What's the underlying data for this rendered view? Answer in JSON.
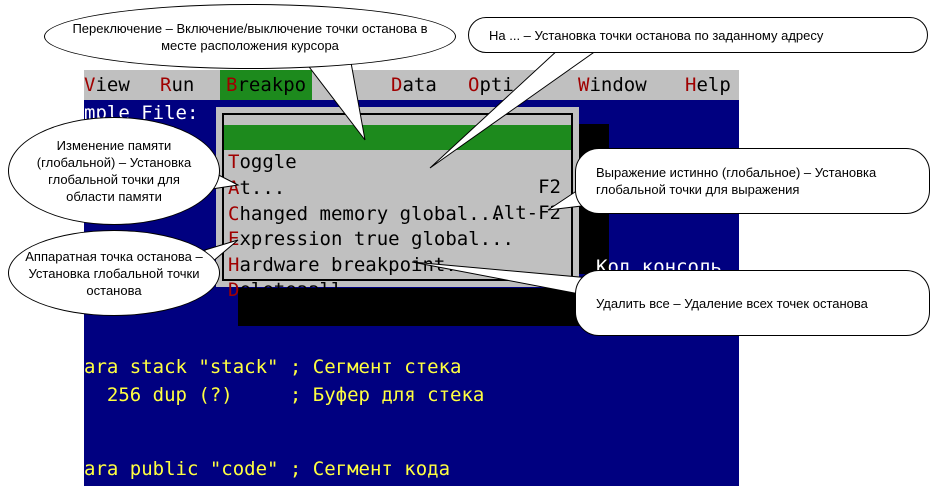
{
  "menubar": {
    "items": [
      {
        "hotkey": "V",
        "rest": "iew"
      },
      {
        "hotkey": "R",
        "rest": "un"
      },
      {
        "hotkey": "B",
        "rest": "reakpo"
      },
      {
        "hotkey": "D",
        "rest": "ata"
      },
      {
        "hotkey": "O",
        "rest": "pti"
      },
      {
        "hotkey": "W",
        "rest": "indow"
      },
      {
        "hotkey": "H",
        "rest": "elp"
      }
    ]
  },
  "screen": {
    "file_label": "mple File:",
    "right_text": "Код консоль",
    "code_lines": [
      "ara stack \"stack\" ; Сегмент стека",
      "  256 dup (?)     ; Буфер для стека",
      "ara public \"code\" ; Сегмент кода"
    ]
  },
  "dropdown": {
    "items": [
      {
        "hotkey": "T",
        "rest": "oggle",
        "shortcut": "F2"
      },
      {
        "hotkey": "A",
        "rest": "t...",
        "shortcut": "Alt-F2"
      },
      {
        "hotkey": "C",
        "rest": "hanged memory global...",
        "shortcut": ""
      },
      {
        "hotkey": "E",
        "rest": "xpression true global...",
        "shortcut": ""
      },
      {
        "hotkey": "H",
        "rest": "ardware breakpoint...",
        "shortcut": ""
      },
      {
        "hotkey": "D",
        "rest": "eleteaall",
        "shortcut": ""
      }
    ]
  },
  "callouts": {
    "toggle": "Переключение – Включение/выключение точки останова в месте расположения курсора",
    "at": "На ... – Установка точки останова по заданному адресу",
    "changed": "Изменение памяти (глобальной) – Установка глобальной точки для области памяти",
    "expression": "Выражение истинно (глобальное) – Установка глобальной точки для выражения",
    "hardware": "Аппаратная точка останова – Установка глобальной точки останова",
    "delete": "Удалить все – Удаление всех точек останова"
  },
  "colors": {
    "screen_bg": "#000080",
    "menu_bg": "#c0c0c0",
    "highlight": "#1d8a1d",
    "hotkey": "#a00000",
    "code_text": "#ffff40"
  }
}
